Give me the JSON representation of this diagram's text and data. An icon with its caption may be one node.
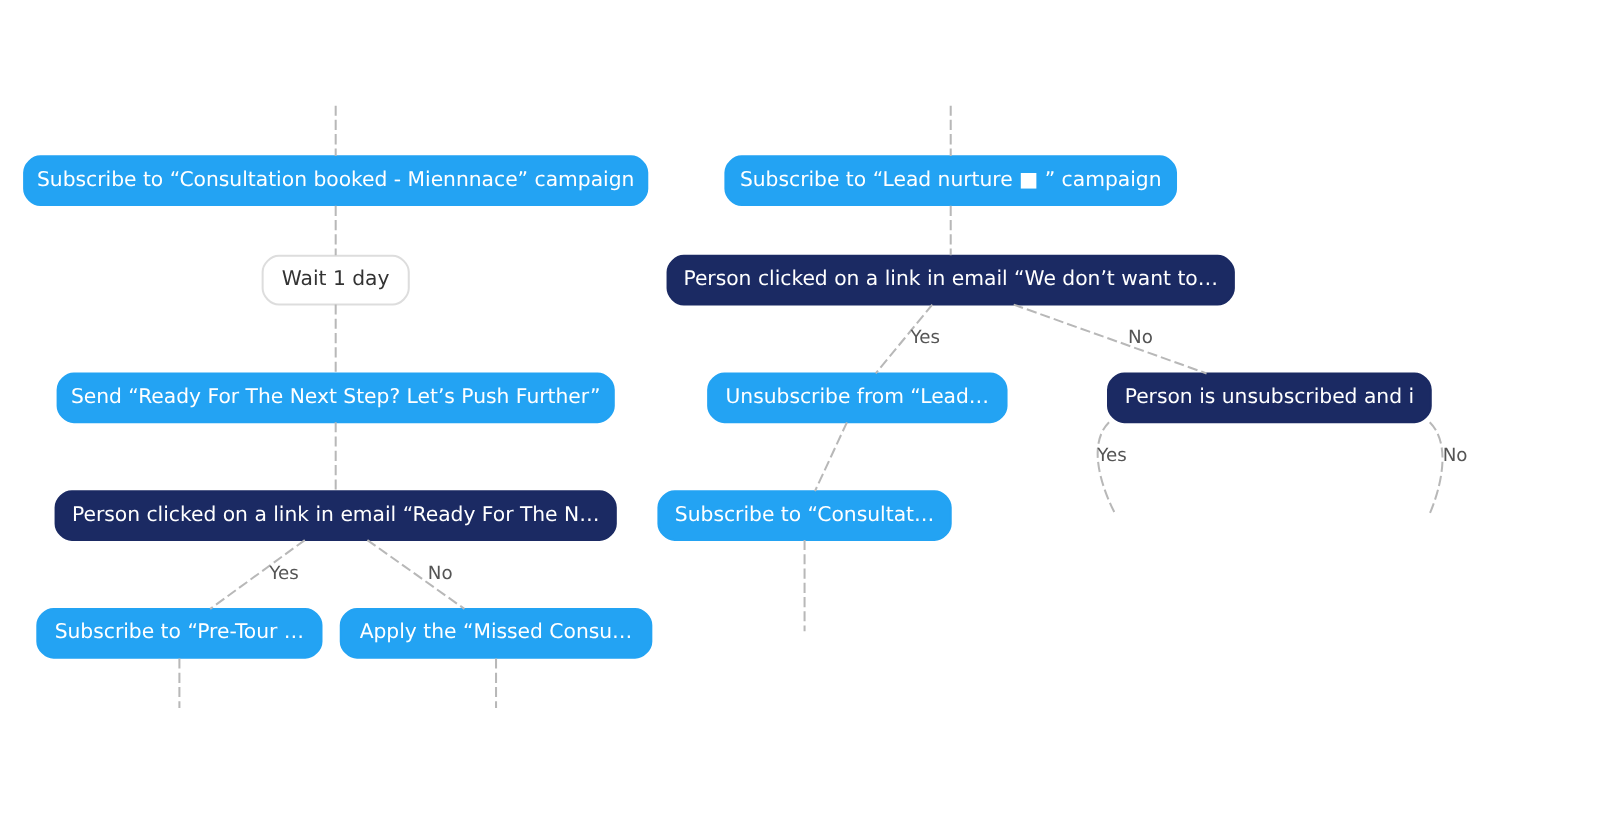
{
  "diagram": {
    "nodes": [
      {
        "text": [
          "Subscribe to “Consultation booked - Miennnace” campaign"
        ]
      },
      {
        "text": [
          "Wait 1 day"
        ]
      },
      {
        "text": [
          "Send “Ready For The Next Step? Let’s Push Further”"
        ]
      },
      {
        "text": [
          "Person clicked on a link in email “Ready For The N…"
        ]
      },
      {
        "text": [
          "Subscribe to “Pre-Tour …"
        ]
      },
      {
        "text": [
          "Apply the “Missed Consu…"
        ]
      },
      {
        "text": [
          "Subscribe to “Lead nurture ■ ” campaign"
        ]
      },
      {
        "text": [
          "Person clicked on a link in email “We don’t want to…"
        ]
      },
      {
        "text": [
          "Unsubscribe from “Lead…"
        ]
      },
      {
        "text": [
          "Person is unsubscribed and i"
        ]
      },
      {
        "text": [
          "Subscribe to “Consultat…"
        ]
      }
    ],
    "edges": [
      {
        "from": null,
        "to": 0,
        "arrow": "none",
        "style": "dashed"
      },
      {
        "from": 0,
        "to": 1,
        "arrow": "none",
        "style": "dashed"
      },
      {
        "from": 1,
        "to": 2,
        "arrow": "none",
        "style": "dashed"
      },
      {
        "from": 2,
        "to": 3,
        "arrow": "none",
        "style": "dashed"
      },
      {
        "from": 3,
        "to": 4,
        "arrow": "none",
        "style": "dashed",
        "label": "Yes"
      },
      {
        "from": 3,
        "to": 5,
        "arrow": "none",
        "style": "dashed",
        "label": "No"
      },
      {
        "from": 4,
        "to": null,
        "arrow": "none",
        "style": "dashed"
      },
      {
        "from": 5,
        "to": null,
        "arrow": "none",
        "style": "dashed"
      },
      {
        "from": null,
        "to": 6,
        "arrow": "none",
        "style": "dashed"
      },
      {
        "from": 6,
        "to": 7,
        "arrow": "none",
        "style": "dashed"
      },
      {
        "from": 7,
        "to": 8,
        "arrow": "none",
        "style": "dashed",
        "label": "Yes"
      },
      {
        "from": 7,
        "to": 9,
        "arrow": "none",
        "style": "dashed",
        "label": "No"
      },
      {
        "from": 8,
        "to": 10,
        "arrow": "none",
        "style": "dashed"
      },
      {
        "from": 10,
        "to": null,
        "arrow": "none",
        "style": "dashed"
      },
      {
        "from": 9,
        "to": null,
        "arrow": "none",
        "style": "dashed",
        "label": "Yes"
      },
      {
        "from": 9,
        "to": null,
        "arrow": "none",
        "style": "dashed",
        "label": "No"
      }
    ]
  }
}
